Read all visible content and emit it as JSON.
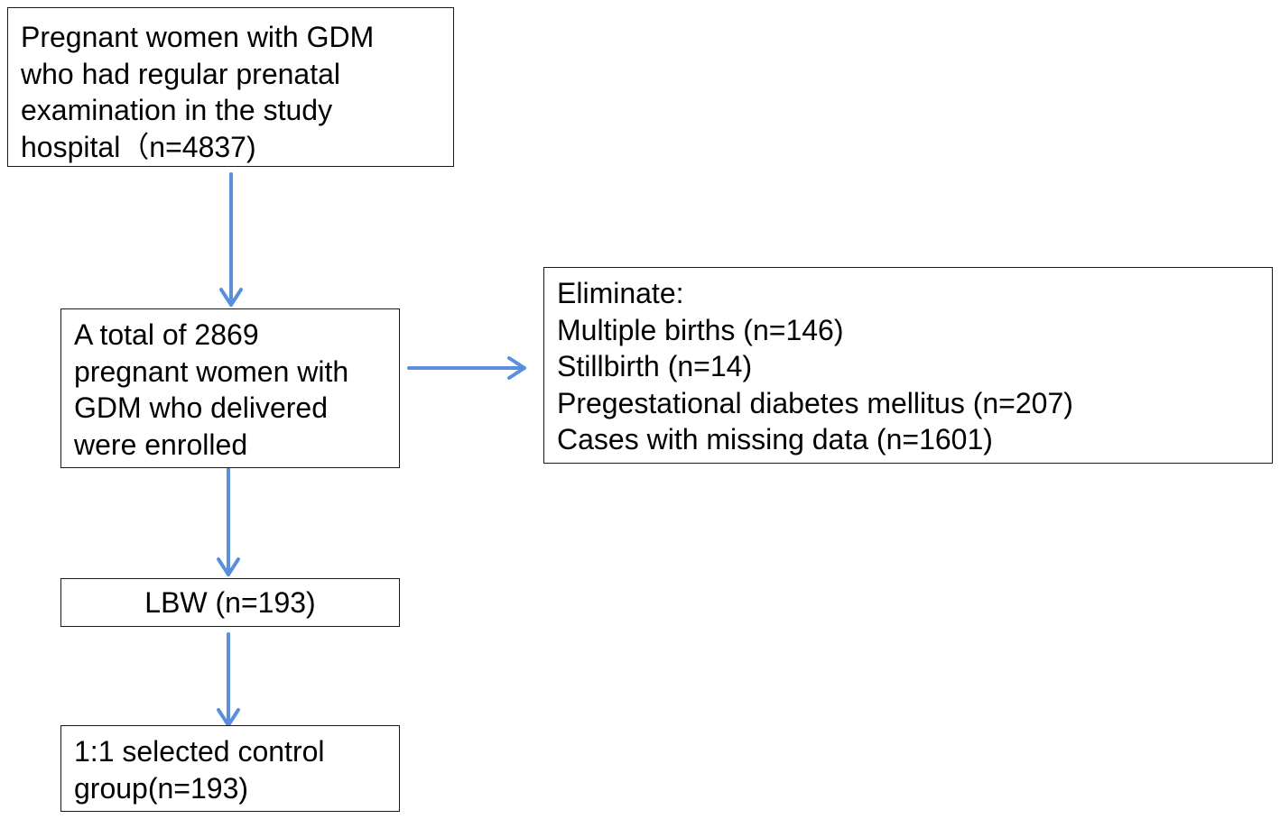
{
  "boxes": {
    "source": {
      "lines": [
        "Pregnant women with GDM",
        "who had regular prenatal",
        "examination in the study",
        "hospital（n=4837)"
      ]
    },
    "enrolled": {
      "lines": [
        "A total of 2869",
        "pregnant women with",
        "GDM who delivered",
        "were enrolled"
      ]
    },
    "excluded": {
      "lines": [
        "Eliminate:",
        "Multiple births (n=146)",
        "Stillbirth (n=14)",
        "Pregestational diabetes mellitus (n=207)",
        "Cases with missing data (n=1601)"
      ]
    },
    "lbw": {
      "lines": [
        "LBW (n=193)"
      ]
    },
    "control": {
      "lines": [
        "1:1 selected control",
        "group(n=193)"
      ]
    }
  },
  "colors": {
    "arrow": "#5b8fdc",
    "box_border": "#1a1a1a",
    "text": "#000000",
    "background": "#ffffff"
  }
}
